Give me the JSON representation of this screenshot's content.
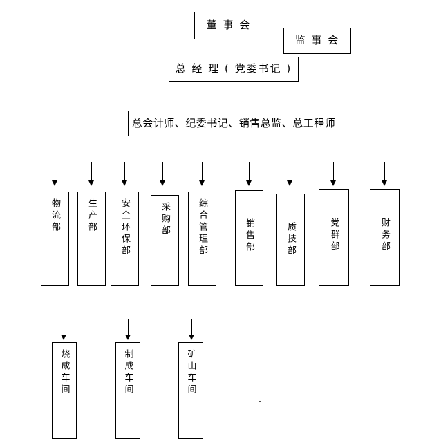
{
  "diagram": {
    "title_text": "",
    "background_color": "#ffffff",
    "line_color": "#000000",
    "text_color": "#000000",
    "levels": {
      "level1": {
        "board": {
          "label": "董 事 会"
        },
        "supervisors": {
          "label": "监 事 会"
        }
      },
      "level2": {
        "general_manager": {
          "label": "总 经 理 ( 党委书记 )"
        }
      },
      "level3": {
        "executives": {
          "label": "总会计师、纪委书记、销售总监、总工程师"
        }
      },
      "level4": {
        "departments": [
          {
            "label": "物流部"
          },
          {
            "label": "生产部"
          },
          {
            "label": "安全环保部"
          },
          {
            "label": "采购部"
          },
          {
            "label": "综合管理部"
          },
          {
            "label": "销售部"
          },
          {
            "label": "质技部"
          },
          {
            "label": "党群部"
          },
          {
            "label": "财务部"
          }
        ]
      },
      "level5": {
        "workshops": [
          {
            "label": "烧成车间"
          },
          {
            "label": "制成车间"
          },
          {
            "label": "矿山车间"
          }
        ]
      }
    }
  }
}
